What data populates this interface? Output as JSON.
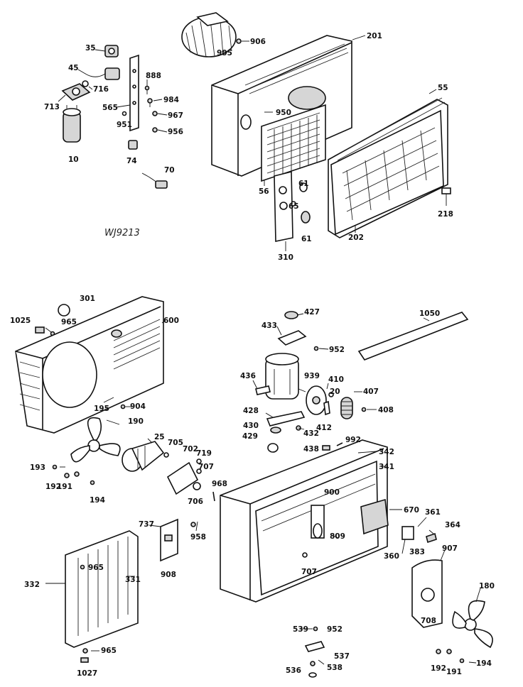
{
  "diagram": {
    "note": "WJ9213",
    "labels": {
      "p35": "35",
      "p45": "45",
      "p716": "716",
      "p713": "713",
      "p10": "10",
      "p565": "565",
      "p951": "951",
      "p888": "888",
      "p984": "984",
      "p967": "967",
      "p956": "956",
      "p74": "74",
      "p70": "70",
      "p906": "906",
      "p905": "905",
      "p201": "201",
      "p950": "950",
      "p55": "55",
      "p56": "56",
      "p61a": "61",
      "p65": "65",
      "p61b": "61",
      "p218": "218",
      "p202": "202",
      "p310": "310",
      "p301": "301",
      "p1025": "1025",
      "p965a": "965",
      "p600": "600",
      "p195": "195",
      "p904": "904",
      "p190": "190",
      "p25": "25",
      "p705": "705",
      "p702": "702",
      "p719": "719",
      "p707a": "707",
      "p706": "706",
      "p193": "193",
      "p192a": "192",
      "p191a": "191",
      "p194a": "194",
      "p737": "737",
      "p958": "958",
      "p908": "908",
      "p968": "968",
      "p332": "332",
      "p965b": "965",
      "p331": "331",
      "p965c": "965",
      "p1027": "1027",
      "p427": "427",
      "p433": "433",
      "p952a": "952",
      "p1050": "1050",
      "p436": "436",
      "p939": "939",
      "p410": "410",
      "p20": "20",
      "p407": "407",
      "p408": "408",
      "p428": "428",
      "p430": "430",
      "p412": "412",
      "p432": "432",
      "p429": "429",
      "p438": "438",
      "p992": "992",
      "p342": "342",
      "p341": "341",
      "p900": "900",
      "p670": "670",
      "p809": "809",
      "p361": "361",
      "p364": "364",
      "p707b": "707",
      "p360": "360",
      "p383": "383",
      "p907": "907",
      "p180": "180",
      "p708": "708",
      "p539": "539",
      "p952b": "952",
      "p537": "537",
      "p536": "536",
      "p538": "538",
      "p192b": "192",
      "p191b": "191",
      "p194b": "194"
    }
  }
}
